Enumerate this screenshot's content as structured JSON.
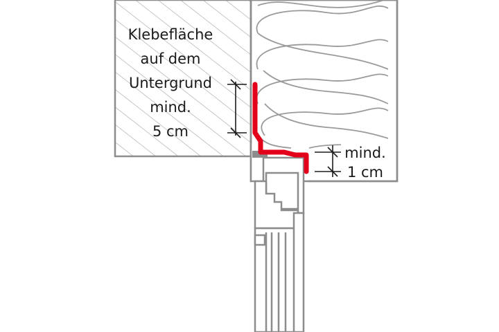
{
  "labels": {
    "adhesive_line1": "Klebefläche",
    "adhesive_line2": "auf dem",
    "adhesive_line3": "Untergrund",
    "adhesive_line4": "mind.",
    "adhesive_line5": "5 cm",
    "overlap_line1": "mind.",
    "overlap_line2": "1 cm"
  },
  "colors": {
    "membrane": "#e3001b",
    "outline": "#8c8c8c",
    "hatch": "#a8a8a8",
    "text": "#1a1a1a"
  }
}
